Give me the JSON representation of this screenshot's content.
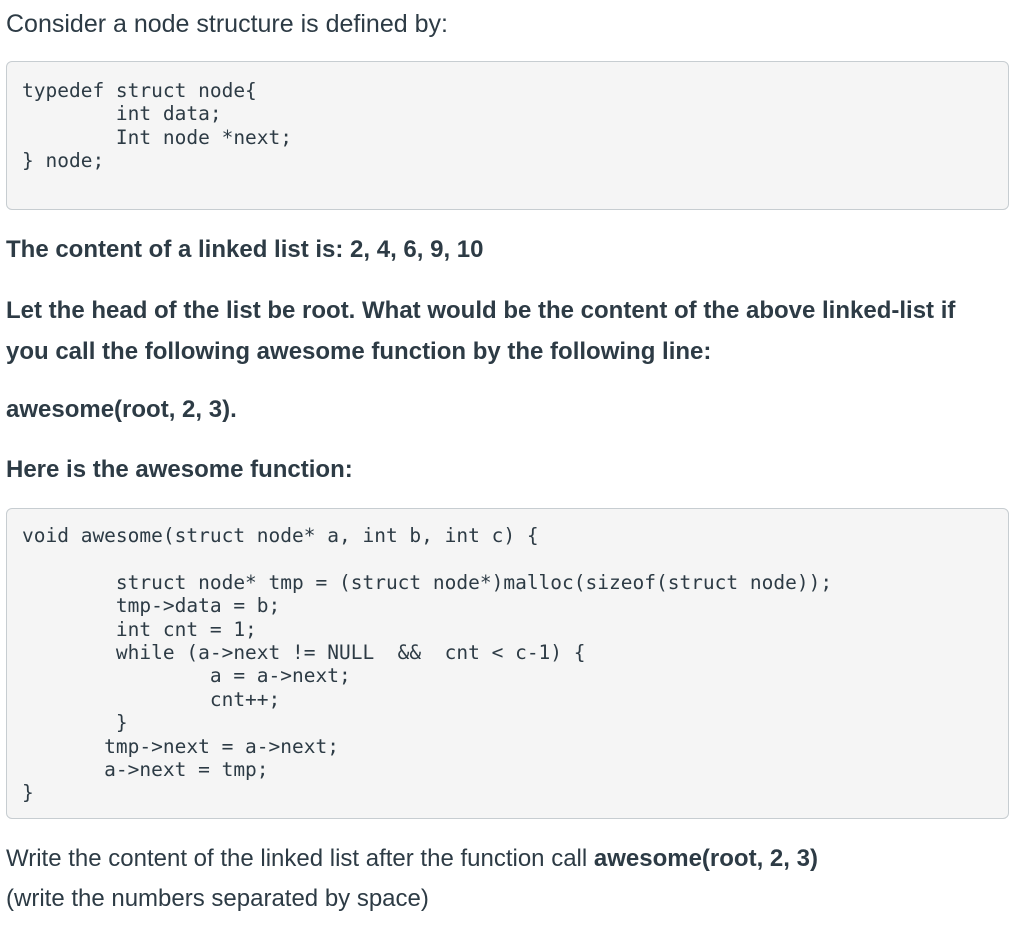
{
  "intro": "Consider a node structure is defined by:",
  "struct_code": "typedef struct node{\n        int data;\n        Int node *next;\n} node;",
  "list_content_line": "The content of a linked list is:  2, 4, 6, 9, 10",
  "question_line1": "Let the head of the list be root. What would be the content of the above linked-list if",
  "question_line2": "you call the following awesome function by the following line:",
  "call_line": "awesome(root, 2, 3).",
  "here_line": "Here is the awesome function:",
  "function_code": "void awesome(struct node* a, int b, int c) {\n\n        struct node* tmp = (struct node*)malloc(sizeof(struct node));\n        tmp->data = b;\n        int cnt = 1;\n        while (a->next != NULL  &&  cnt < c-1) {\n                a = a->next;\n                cnt++;\n        }\n       tmp->next = a->next;\n       a->next = tmp;\n}",
  "final": {
    "text": "Write the content of the linked list after the function call ",
    "bold": "awesome(root, 2, 3)",
    "line2": "(write the numbers separated by space)"
  }
}
